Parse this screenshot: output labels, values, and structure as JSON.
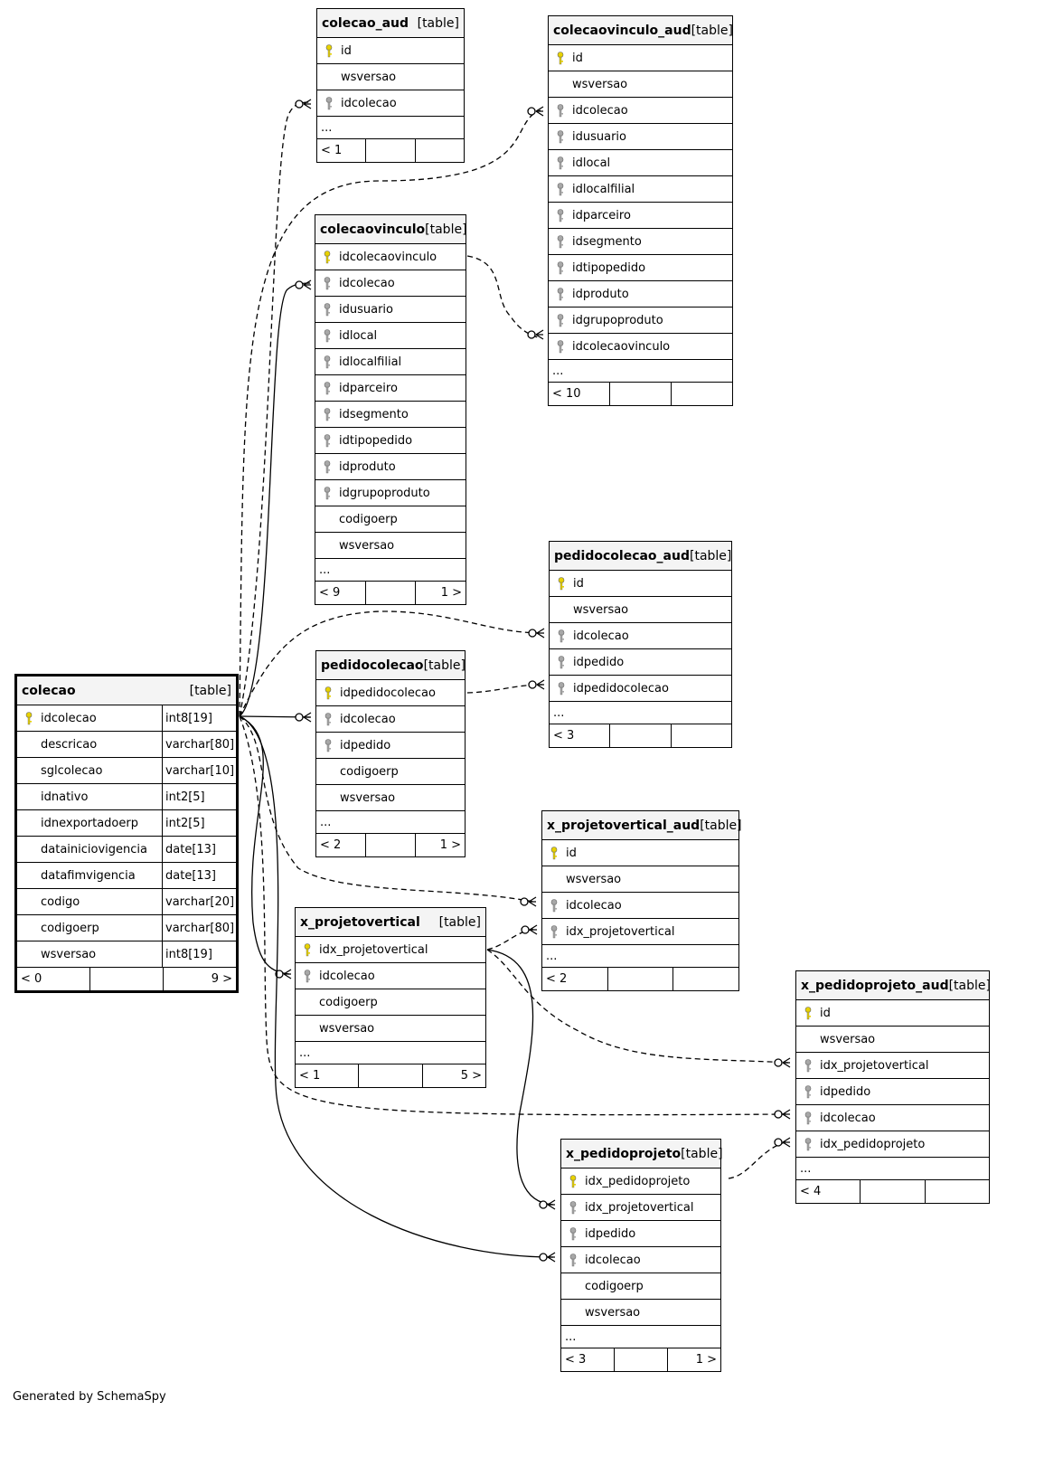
{
  "footer_text": "Generated by SchemaSpy",
  "colors": {
    "primary_key": "#e8d200",
    "foreign_key": "#a8a8a8",
    "header_bg": "#f4f4f4"
  },
  "tables": [
    {
      "id": "colecao",
      "name": "colecao",
      "kind": "[table]",
      "main": true,
      "columns": [
        {
          "name": "idcolecao",
          "key": "pk",
          "type": "int8[19]"
        },
        {
          "name": "descricao",
          "key": "",
          "type": "varchar[80]"
        },
        {
          "name": "sglcolecao",
          "key": "",
          "type": "varchar[10]"
        },
        {
          "name": "idnativo",
          "key": "",
          "type": "int2[5]"
        },
        {
          "name": "idnexportadoerp",
          "key": "",
          "type": "int2[5]"
        },
        {
          "name": "datainiciovigencia",
          "key": "",
          "type": "date[13]"
        },
        {
          "name": "datafimvigencia",
          "key": "",
          "type": "date[13]"
        },
        {
          "name": "codigo",
          "key": "",
          "type": "varchar[20]"
        },
        {
          "name": "codigoerp",
          "key": "",
          "type": "varchar[80]"
        },
        {
          "name": "wsversao",
          "key": "",
          "type": "int8[19]"
        }
      ],
      "more": "",
      "footer": [
        "< 0",
        "",
        "9 >"
      ]
    },
    {
      "id": "colecao_aud",
      "name": "colecao_aud",
      "kind": "[table]",
      "columns": [
        {
          "name": "id",
          "key": "pk"
        },
        {
          "name": "wsversao",
          "key": ""
        },
        {
          "name": "idcolecao",
          "key": "fk"
        }
      ],
      "more": "...",
      "footer": [
        "< 1",
        "",
        ""
      ]
    },
    {
      "id": "colecaovinculo_aud",
      "name": "colecaovinculo_aud",
      "kind": "[table]",
      "columns": [
        {
          "name": "id",
          "key": "pk"
        },
        {
          "name": "wsversao",
          "key": ""
        },
        {
          "name": "idcolecao",
          "key": "fk"
        },
        {
          "name": "idusuario",
          "key": "fk"
        },
        {
          "name": "idlocal",
          "key": "fk"
        },
        {
          "name": "idlocalfilial",
          "key": "fk"
        },
        {
          "name": "idparceiro",
          "key": "fk"
        },
        {
          "name": "idsegmento",
          "key": "fk"
        },
        {
          "name": "idtipopedido",
          "key": "fk"
        },
        {
          "name": "idproduto",
          "key": "fk"
        },
        {
          "name": "idgrupoproduto",
          "key": "fk"
        },
        {
          "name": "idcolecaovinculo",
          "key": "fk"
        }
      ],
      "more": "...",
      "footer": [
        "< 10",
        "",
        ""
      ]
    },
    {
      "id": "colecaovinculo",
      "name": "colecaovinculo",
      "kind": "[table]",
      "columns": [
        {
          "name": "idcolecaovinculo",
          "key": "pk"
        },
        {
          "name": "idcolecao",
          "key": "fk"
        },
        {
          "name": "idusuario",
          "key": "fk"
        },
        {
          "name": "idlocal",
          "key": "fk"
        },
        {
          "name": "idlocalfilial",
          "key": "fk"
        },
        {
          "name": "idparceiro",
          "key": "fk"
        },
        {
          "name": "idsegmento",
          "key": "fk"
        },
        {
          "name": "idtipopedido",
          "key": "fk"
        },
        {
          "name": "idproduto",
          "key": "fk"
        },
        {
          "name": "idgrupoproduto",
          "key": "fk"
        },
        {
          "name": "codigoerp",
          "key": ""
        },
        {
          "name": "wsversao",
          "key": ""
        }
      ],
      "more": "...",
      "footer": [
        "< 9",
        "",
        "1 >"
      ]
    },
    {
      "id": "pedidocolecao_aud",
      "name": "pedidocolecao_aud",
      "kind": "[table]",
      "columns": [
        {
          "name": "id",
          "key": "pk"
        },
        {
          "name": "wsversao",
          "key": ""
        },
        {
          "name": "idcolecao",
          "key": "fk"
        },
        {
          "name": "idpedido",
          "key": "fk"
        },
        {
          "name": "idpedidocolecao",
          "key": "fk"
        }
      ],
      "more": "...",
      "footer": [
        "< 3",
        "",
        ""
      ]
    },
    {
      "id": "pedidocolecao",
      "name": "pedidocolecao",
      "kind": "[table]",
      "columns": [
        {
          "name": "idpedidocolecao",
          "key": "pk"
        },
        {
          "name": "idcolecao",
          "key": "fk"
        },
        {
          "name": "idpedido",
          "key": "fk"
        },
        {
          "name": "codigoerp",
          "key": ""
        },
        {
          "name": "wsversao",
          "key": ""
        }
      ],
      "more": "...",
      "footer": [
        "< 2",
        "",
        "1 >"
      ]
    },
    {
      "id": "x_projetovertical_aud",
      "name": "x_projetovertical_aud",
      "kind": "[table]",
      "columns": [
        {
          "name": "id",
          "key": "pk"
        },
        {
          "name": "wsversao",
          "key": ""
        },
        {
          "name": "idcolecao",
          "key": "fk"
        },
        {
          "name": "idx_projetovertical",
          "key": "fk"
        }
      ],
      "more": "...",
      "footer": [
        "< 2",
        "",
        ""
      ]
    },
    {
      "id": "x_projetovertical",
      "name": "x_projetovertical",
      "kind": "[table]",
      "columns": [
        {
          "name": "idx_projetovertical",
          "key": "pk"
        },
        {
          "name": "idcolecao",
          "key": "fk"
        },
        {
          "name": "codigoerp",
          "key": ""
        },
        {
          "name": "wsversao",
          "key": ""
        }
      ],
      "more": "...",
      "footer": [
        "< 1",
        "",
        "5 >"
      ]
    },
    {
      "id": "x_pedidoprojeto_aud",
      "name": "x_pedidoprojeto_aud",
      "kind": "[table]",
      "columns": [
        {
          "name": "id",
          "key": "pk"
        },
        {
          "name": "wsversao",
          "key": ""
        },
        {
          "name": "idx_projetovertical",
          "key": "fk"
        },
        {
          "name": "idpedido",
          "key": "fk"
        },
        {
          "name": "idcolecao",
          "key": "fk"
        },
        {
          "name": "idx_pedidoprojeto",
          "key": "fk"
        }
      ],
      "more": "...",
      "footer": [
        "< 4",
        "",
        ""
      ]
    },
    {
      "id": "x_pedidoprojeto",
      "name": "x_pedidoprojeto",
      "kind": "[table]",
      "columns": [
        {
          "name": "idx_pedidoprojeto",
          "key": "pk"
        },
        {
          "name": "idx_projetovertical",
          "key": "fk"
        },
        {
          "name": "idpedido",
          "key": "fk"
        },
        {
          "name": "idcolecao",
          "key": "fk"
        },
        {
          "name": "codigoerp",
          "key": ""
        },
        {
          "name": "wsversao",
          "key": ""
        }
      ],
      "more": "...",
      "footer": [
        "< 3",
        "",
        "1 >"
      ]
    }
  ],
  "relationships": [
    {
      "from": "colecao.idcolecao",
      "to": "colecao_aud.idcolecao",
      "style": "dashed"
    },
    {
      "from": "colecao.idcolecao",
      "to": "colecaovinculo_aud.idcolecao",
      "style": "dashed"
    },
    {
      "from": "colecao.idcolecao",
      "to": "colecaovinculo.idcolecao",
      "style": "solid"
    },
    {
      "from": "colecaovinculo.idcolecaovinculo",
      "to": "colecaovinculo_aud.idcolecaovinculo",
      "style": "dashed"
    },
    {
      "from": "colecao.idcolecao",
      "to": "pedidocolecao_aud.idcolecao",
      "style": "dashed"
    },
    {
      "from": "colecao.idcolecao",
      "to": "pedidocolecao.idcolecao",
      "style": "solid"
    },
    {
      "from": "pedidocolecao.idpedidocolecao",
      "to": "pedidocolecao_aud.idpedidocolecao",
      "style": "dashed"
    },
    {
      "from": "colecao.idcolecao",
      "to": "x_projetovertical_aud.idcolecao",
      "style": "dashed"
    },
    {
      "from": "x_projetovertical.idx_projetovertical",
      "to": "x_projetovertical_aud.idx_projetovertical",
      "style": "dashed"
    },
    {
      "from": "colecao.idcolecao",
      "to": "x_projetovertical.idcolecao",
      "style": "solid"
    },
    {
      "from": "x_projetovertical.idx_projetovertical",
      "to": "x_pedidoprojeto_aud.idx_projetovertical",
      "style": "dashed"
    },
    {
      "from": "colecao.idcolecao",
      "to": "x_pedidoprojeto_aud.idcolecao",
      "style": "dashed"
    },
    {
      "from": "x_pedidoprojeto.idx_pedidoprojeto",
      "to": "x_pedidoprojeto_aud.idx_pedidoprojeto",
      "style": "dashed"
    },
    {
      "from": "x_projetovertical.idx_projetovertical",
      "to": "x_pedidoprojeto.idx_projetovertical",
      "style": "solid"
    },
    {
      "from": "colecao.idcolecao",
      "to": "x_pedidoprojeto.idcolecao",
      "style": "solid"
    }
  ]
}
